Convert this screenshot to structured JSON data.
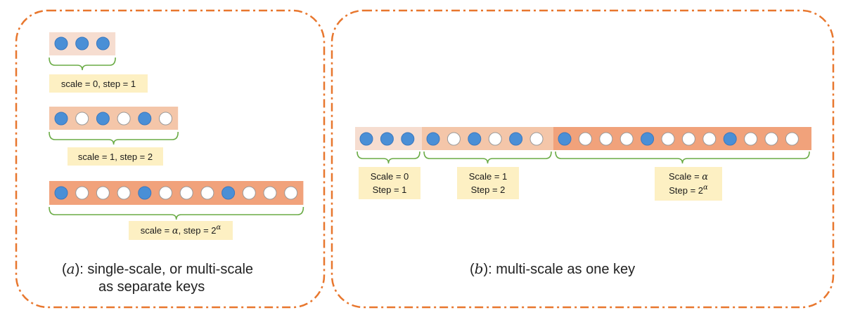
{
  "colors": {
    "panel_border": "#e8772e",
    "bar_scale0": "#f6ddd0",
    "bar_scale1": "#f4c6a9",
    "bar_scale_alpha": "#f1a27b",
    "token_filled": "#4a8fd6",
    "token_empty": "#ffffff",
    "brace": "#6aab45",
    "label_bg": "#fdf0c3"
  },
  "panel_a": {
    "caption_letter": "a",
    "caption_line1": ": single-scale, or multi-scale",
    "caption_line2": "as separate keys",
    "rows": [
      {
        "pattern": [
          1,
          1,
          1
        ],
        "label_pre": "scale = 0, step = 1"
      },
      {
        "pattern": [
          1,
          0,
          1,
          0,
          1,
          0
        ],
        "label_pre": "scale = 1, step = 2"
      },
      {
        "pattern": [
          1,
          0,
          0,
          0,
          1,
          0,
          0,
          0,
          1,
          0,
          0,
          0
        ],
        "label_pre": "scale = ",
        "label_var": "α",
        "label_mid": ", step = 2",
        "label_sup": "α"
      }
    ]
  },
  "panel_b": {
    "caption_letter": "b",
    "caption_text": ": multi-scale as one key",
    "segments": [
      {
        "pattern": [
          1,
          1,
          1
        ],
        "label_line1": "Scale = 0",
        "label_line2": "Step = 1"
      },
      {
        "pattern": [
          1,
          0,
          1,
          0,
          1,
          0
        ],
        "label_line1": "Scale = 1",
        "label_line2": "Step = 2"
      },
      {
        "pattern": [
          1,
          0,
          0,
          0,
          1,
          0,
          0,
          0,
          1,
          0,
          0,
          0
        ],
        "label_line1_pre": "Scale = ",
        "label_line1_var": "α",
        "label_line2_pre": "Step = 2",
        "label_line2_sup": "α"
      }
    ]
  }
}
